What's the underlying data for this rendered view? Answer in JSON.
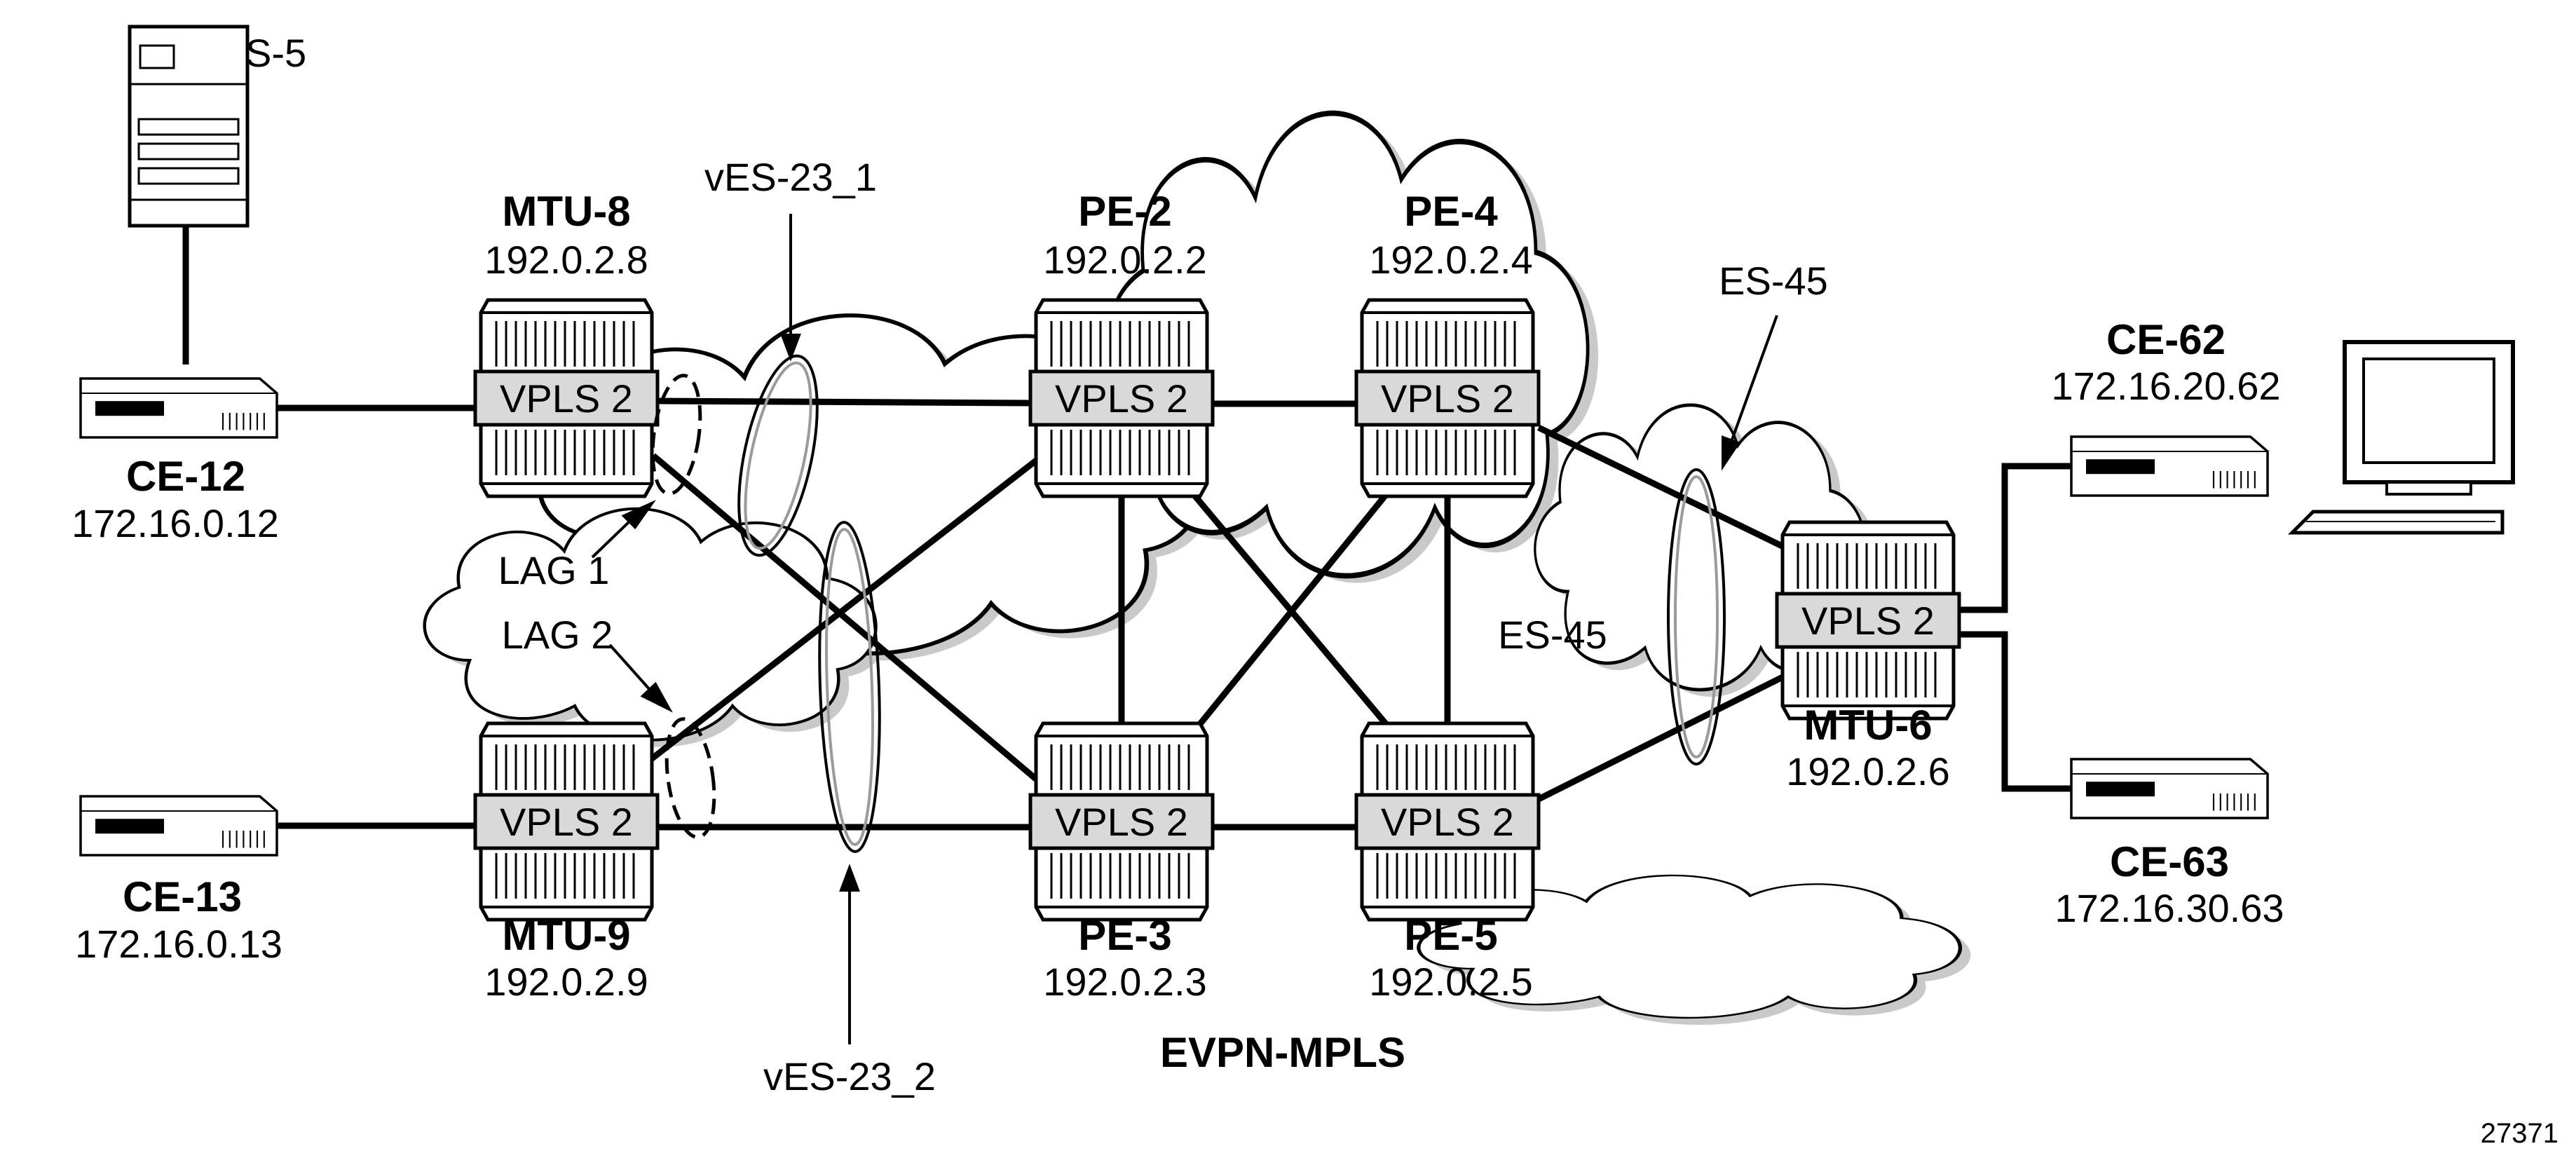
{
  "diagram": {
    "figure_id": "27371",
    "network_label": "EVPN-MPLS",
    "colors": {
      "stroke": "#000000",
      "device_fill": "#ffffff",
      "vpls_fill": "#d9d9d9",
      "cloud_shadow": "#c9c9c9"
    },
    "server": {
      "name": "S-5",
      "icon": "server-tower-icon"
    },
    "workstation": {
      "icon": "computer-monitor-icon"
    },
    "ces": [
      {
        "id": "ce12",
        "name": "CE-12",
        "ip": "172.16.0.12",
        "icon": "ce-switch-icon"
      },
      {
        "id": "ce13",
        "name": "CE-13",
        "ip": "172.16.0.13",
        "icon": "ce-switch-icon"
      },
      {
        "id": "ce62",
        "name": "CE-62",
        "ip": "172.16.20.62",
        "icon": "ce-switch-icon"
      },
      {
        "id": "ce63",
        "name": "CE-63",
        "ip": "172.16.30.63",
        "icon": "ce-switch-icon"
      }
    ],
    "routers": [
      {
        "id": "mtu8",
        "name": "MTU-8",
        "ip": "192.0.2.8",
        "service": "VPLS 2",
        "icon": "router-icon"
      },
      {
        "id": "mtu9",
        "name": "MTU-9",
        "ip": "192.0.2.9",
        "service": "VPLS 2",
        "icon": "router-icon"
      },
      {
        "id": "pe2",
        "name": "PE-2",
        "ip": "192.0.2.2",
        "service": "VPLS 2",
        "icon": "router-icon"
      },
      {
        "id": "pe3",
        "name": "PE-3",
        "ip": "192.0.2.3",
        "service": "VPLS 2",
        "icon": "router-icon"
      },
      {
        "id": "pe4",
        "name": "PE-4",
        "ip": "192.0.2.4",
        "service": "VPLS 2",
        "icon": "router-icon"
      },
      {
        "id": "pe5",
        "name": "PE-5",
        "ip": "192.0.2.5",
        "service": "VPLS 2",
        "icon": "router-icon"
      },
      {
        "id": "mtu6",
        "name": "MTU-6",
        "ip": "192.0.2.6",
        "service": "VPLS 2",
        "icon": "router-icon"
      }
    ],
    "annotations": {
      "ves_23_1": "vES-23_1",
      "ves_23_2": "vES-23_2",
      "lag1": "LAG 1",
      "lag2": "LAG 2",
      "es45_top": "ES-45",
      "es45_mid": "ES-45"
    }
  }
}
